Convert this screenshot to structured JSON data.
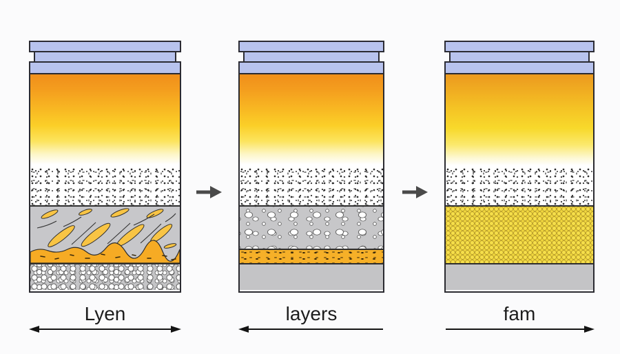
{
  "diagram": {
    "stages": [
      {
        "label": "Lyen"
      },
      {
        "label": "layers"
      },
      {
        "label": "fam"
      }
    ],
    "step_arrows": [
      "right-arrow",
      "right-arrow"
    ],
    "colors": {
      "background": "#fbfbfc",
      "lid_blue": "#b8c3ee",
      "outline": "#2a2a30",
      "liquid_orange_top": "#f08f1b",
      "liquid_yellow_mid": "#fbcf28",
      "sediment_gray": "#c6c6c8",
      "streak_yellow": "#f8c444",
      "band_orange": "#f6b028",
      "cells_yellow": "#e8c832",
      "arrow_gray": "#4a4a4a",
      "label_text": "#1d1d1d"
    }
  }
}
